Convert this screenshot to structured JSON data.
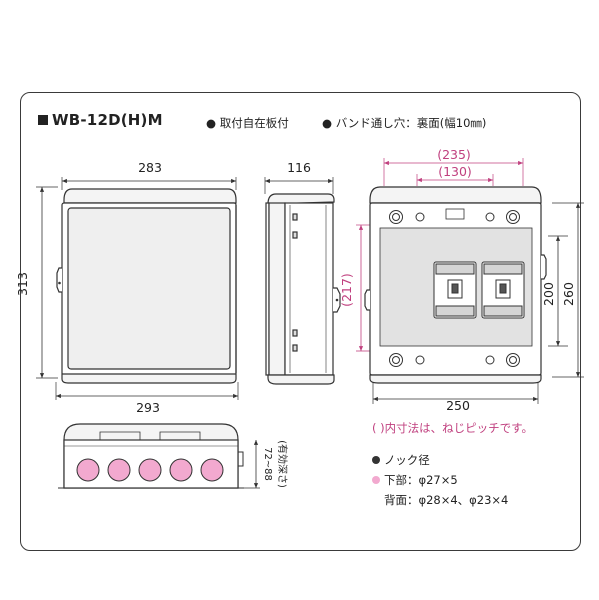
{
  "header": {
    "model": "WB-12D(H)M",
    "feature_1": "取付自在板付",
    "feature_2": "バンド通し穴：裏面(幅10㎜)"
  },
  "front_view": {
    "width_top": "283",
    "height": "313",
    "width_bottom": "293"
  },
  "side_view": {
    "depth": "116"
  },
  "rear_view": {
    "pitch_outer": "(235)",
    "pitch_inner": "(130)",
    "pitch_vertical": "(217)",
    "inner_height": "200",
    "outer_height": "260",
    "width": "250"
  },
  "bottom_view": {
    "effective_depth": "72~88",
    "effective_depth_note": "(有効深さ)"
  },
  "notes": {
    "pitch_note": "( )内寸法は、ねじピッチです。",
    "knockout_title": "ノック径",
    "bottom_label": "下部",
    "bottom_value": "：φ27×5",
    "back_label": "背面",
    "back_value": "：φ28×4、φ23×4"
  },
  "colors": {
    "accent": "#c0407f",
    "knock_fill": "#f2a9cf",
    "panel": "#e2e2e2",
    "line": "#333333"
  }
}
